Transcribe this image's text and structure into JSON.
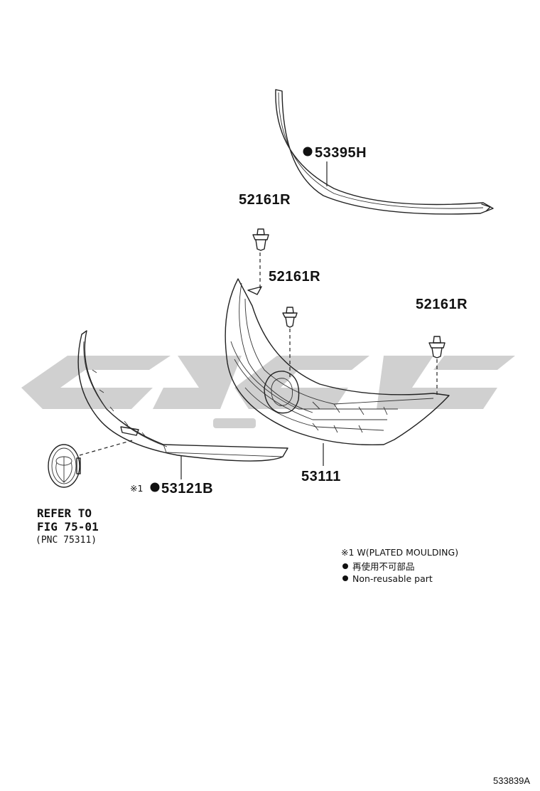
{
  "parts": {
    "molding_top": {
      "number": "53395H"
    },
    "clip_1": {
      "number": "52161R"
    },
    "clip_2": {
      "number": "52161R"
    },
    "clip_3": {
      "number": "52161R"
    },
    "grille": {
      "number": "53111"
    },
    "molding_lower": {
      "prefix": "※1",
      "number": "53121B"
    }
  },
  "reference": {
    "line1": "REFER TO",
    "line2": "FIG 75-01",
    "line3": "(PNC 75311)"
  },
  "legend": {
    "mark1": "※1 W(PLATED MOULDING)",
    "non_reusable_jp": "再使用不可部品",
    "non_reusable_en": "Non-reusable part"
  },
  "diagram_id": "533839A",
  "colors": {
    "line": "#222222",
    "watermark": "#d0d0d0"
  }
}
